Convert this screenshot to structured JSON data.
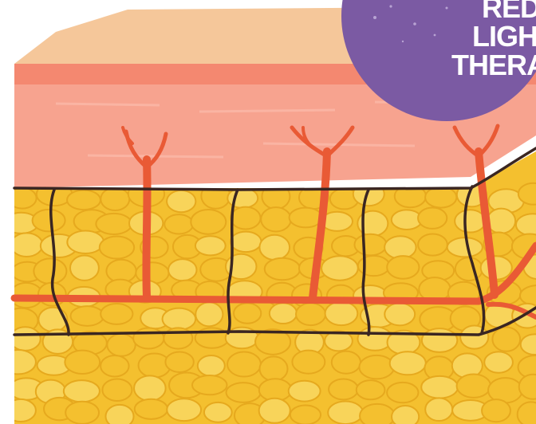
{
  "badge": {
    "lines": [
      "RED",
      "LIGHT",
      "THERAPY"
    ]
  },
  "colors": {
    "skin_top": "#f5c79a",
    "skin_band": "#f48870",
    "epidermis": "#f7a38f",
    "fat": "#f4c02f",
    "fat_light": "#f8d45a",
    "fat_dark": "#e6a91e",
    "outline": "#3a2622",
    "vessel": "#e95a35",
    "badge": "#7b5aa3"
  }
}
